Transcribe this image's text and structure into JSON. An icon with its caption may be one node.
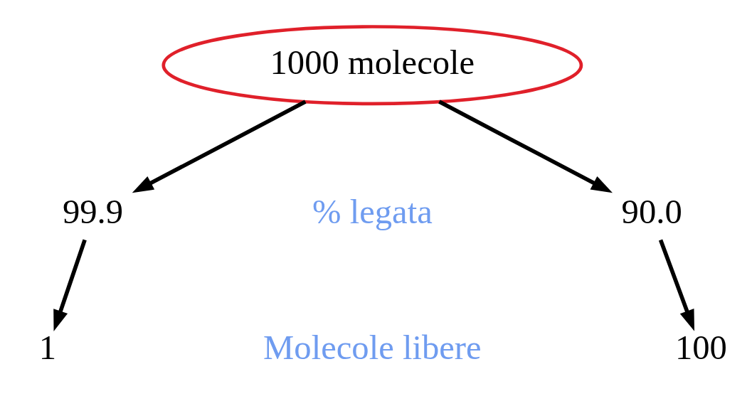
{
  "diagram": {
    "nodes": [
      {
        "text": [
          "1000 molecole"
        ]
      },
      {
        "text": [
          "99.9"
        ]
      },
      {
        "text": [
          "90.0"
        ]
      },
      {
        "text": [
          "1"
        ]
      },
      {
        "text": [
          "100"
        ]
      }
    ],
    "edges": [
      {
        "from": 0,
        "to": 1,
        "arrow": "to"
      },
      {
        "from": 0,
        "to": 2,
        "arrow": "to"
      },
      {
        "from": 1,
        "to": 3,
        "arrow": "to"
      },
      {
        "from": 2,
        "to": 4,
        "arrow": "to"
      }
    ],
    "labels": [
      "% legata",
      "Molecole libere"
    ]
  }
}
